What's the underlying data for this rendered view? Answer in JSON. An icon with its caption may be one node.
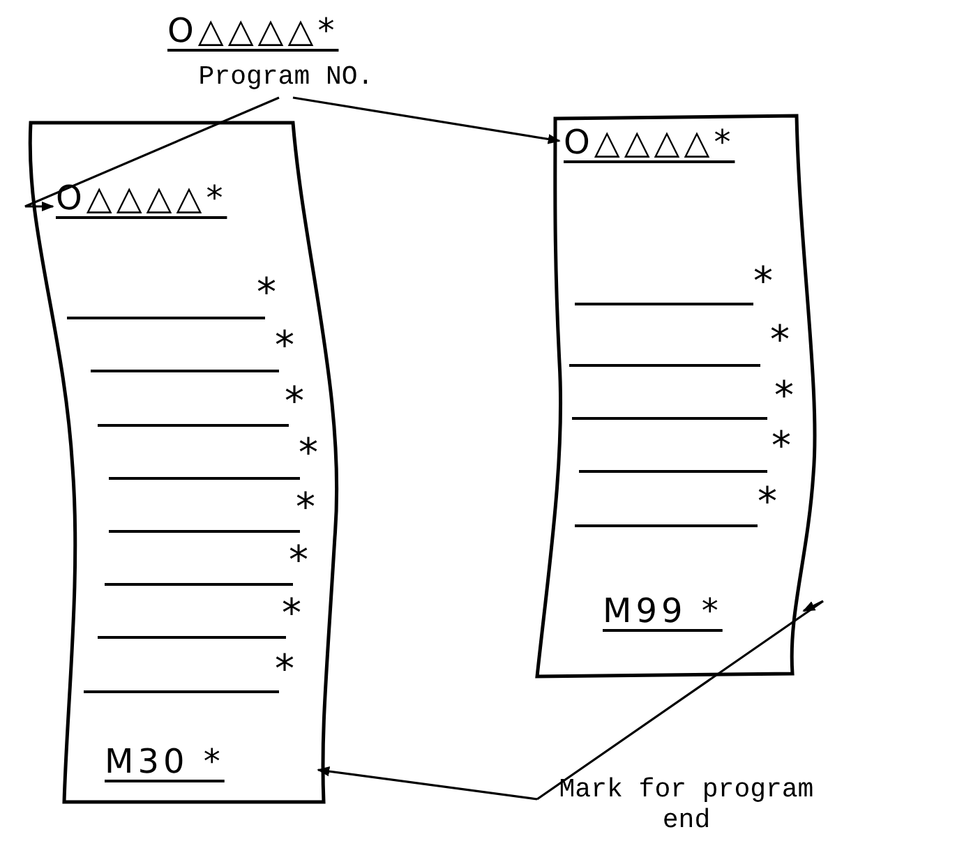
{
  "diagram": {
    "nodes": [
      {
        "text": [],
        "shape": "box"
      },
      {
        "text": [
          "O△△△△*"
        ],
        "in": 0
      },
      {
        "text": [
          "M30 *"
        ],
        "in": 0
      },
      {
        "text": [],
        "shape": "box"
      },
      {
        "text": [
          "O△△△△*"
        ],
        "in": 3
      },
      {
        "text": [
          "M99 *"
        ],
        "in": 3
      },
      {
        "text": [
          "Program NO."
        ]
      },
      {
        "text": [
          "Mark for program end"
        ]
      }
    ],
    "edges": [
      {
        "from": 6,
        "to": 1,
        "arrow": "to"
      },
      {
        "from": 6,
        "to": 4,
        "arrow": "to"
      },
      {
        "from": 7,
        "to": 2,
        "arrow": "to"
      },
      {
        "from": 7,
        "to": 5,
        "arrow": "to"
      }
    ],
    "labels": [
      "O△△△△*",
      "*",
      "*",
      "*",
      "*",
      "*",
      "*",
      "*",
      "*",
      "*",
      "*",
      "*",
      "*",
      "*"
    ]
  }
}
